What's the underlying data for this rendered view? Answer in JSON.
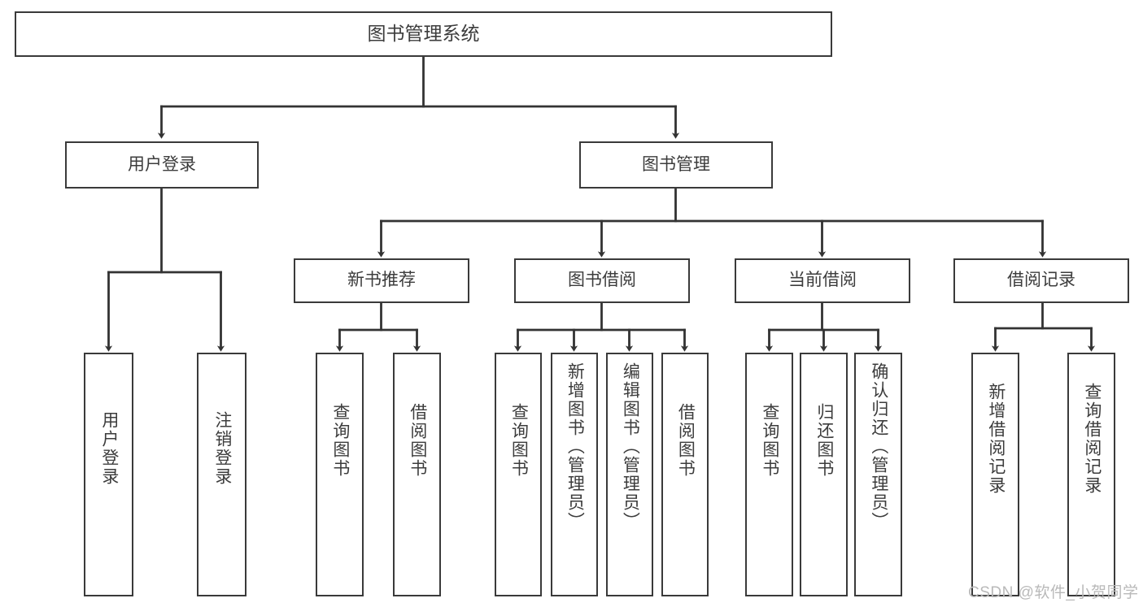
{
  "diagram": {
    "title": "图书管理系统",
    "type": "hierarchy-tree",
    "colors": {
      "box_border": "#3a3a3a",
      "box_fill": "#ffffff",
      "text": "#3c3c3c",
      "connector": "#333333",
      "watermark": "#b9b9b9",
      "background": "#ffffff"
    },
    "root": {
      "label": "图书管理系统"
    },
    "level1": [
      {
        "label": "用户登录"
      },
      {
        "label": "图书管理"
      }
    ],
    "level2": [
      {
        "label": "新书推荐"
      },
      {
        "label": "图书借阅"
      },
      {
        "label": "当前借阅"
      },
      {
        "label": "借阅记录"
      }
    ],
    "leaves": {
      "user_login": [
        {
          "label": "用户登录"
        },
        {
          "label": "注销登录"
        }
      ],
      "new_book_recommend": [
        {
          "label": "查询图书"
        },
        {
          "label": "借阅图书"
        }
      ],
      "book_borrow": [
        {
          "label": "查询图书"
        },
        {
          "label": "新增图书（管理员）"
        },
        {
          "label": "编辑图书（管理员）"
        },
        {
          "label": "借阅图书"
        }
      ],
      "current_borrow": [
        {
          "label": "查询图书"
        },
        {
          "label": "归还图书"
        },
        {
          "label": "确认归还（管理员）"
        }
      ],
      "borrow_record": [
        {
          "label": "新增借阅记录"
        },
        {
          "label": "查询借阅记录"
        }
      ]
    }
  },
  "watermark": {
    "text": "CSDN @软件_小贺同学"
  }
}
